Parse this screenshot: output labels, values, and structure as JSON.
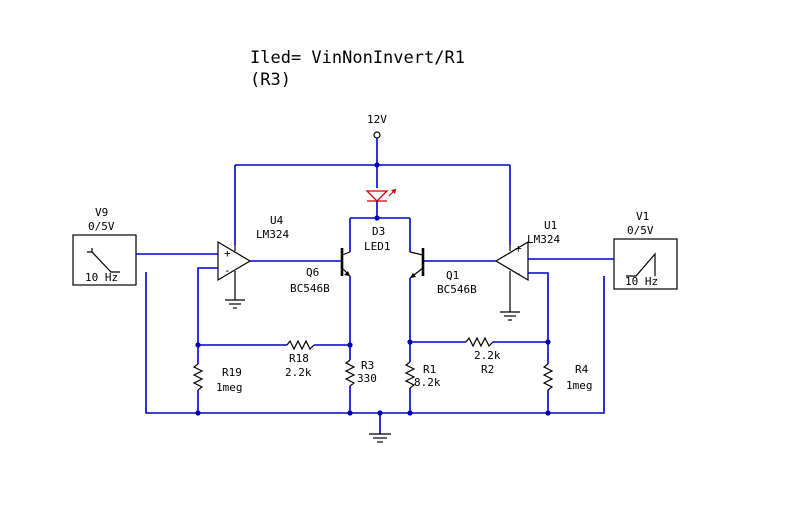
{
  "title": {
    "line1": "Iled= VinNonInvert/R1",
    "line2": "(R3)"
  },
  "supply": {
    "label": "12V"
  },
  "led": {
    "ref": "D3",
    "value": "LED1",
    "color": "#cc0000"
  },
  "opamps": {
    "u4": {
      "ref": "U4",
      "value": "LM324",
      "plus": "+",
      "minus": "-"
    },
    "u1": {
      "ref": "U1",
      "value": "LM324",
      "plus": "+",
      "minus": "-"
    }
  },
  "transistors": {
    "q6": {
      "ref": "Q6",
      "value": "BC546B"
    },
    "q1": {
      "ref": "Q1",
      "value": "BC546B"
    }
  },
  "sources": {
    "v9": {
      "ref": "V9",
      "value": "0/5V",
      "freq": "10 Hz"
    },
    "v1": {
      "ref": "V1",
      "value": "0/5V",
      "freq": "10 Hz"
    }
  },
  "resistors": {
    "r18": {
      "ref": "R18",
      "value": "2.2k"
    },
    "r19": {
      "ref": "R19",
      "value": "1meg"
    },
    "r3": {
      "ref": "R3",
      "value": "330"
    },
    "r1": {
      "ref": "R1",
      "value": "8.2k"
    },
    "r2": {
      "ref": "R2",
      "value": "2.2k"
    },
    "r4": {
      "ref": "R4",
      "value": "1meg"
    }
  },
  "colors": {
    "wire": "#0000cc",
    "component": "#000000",
    "led": "#cc0000"
  }
}
